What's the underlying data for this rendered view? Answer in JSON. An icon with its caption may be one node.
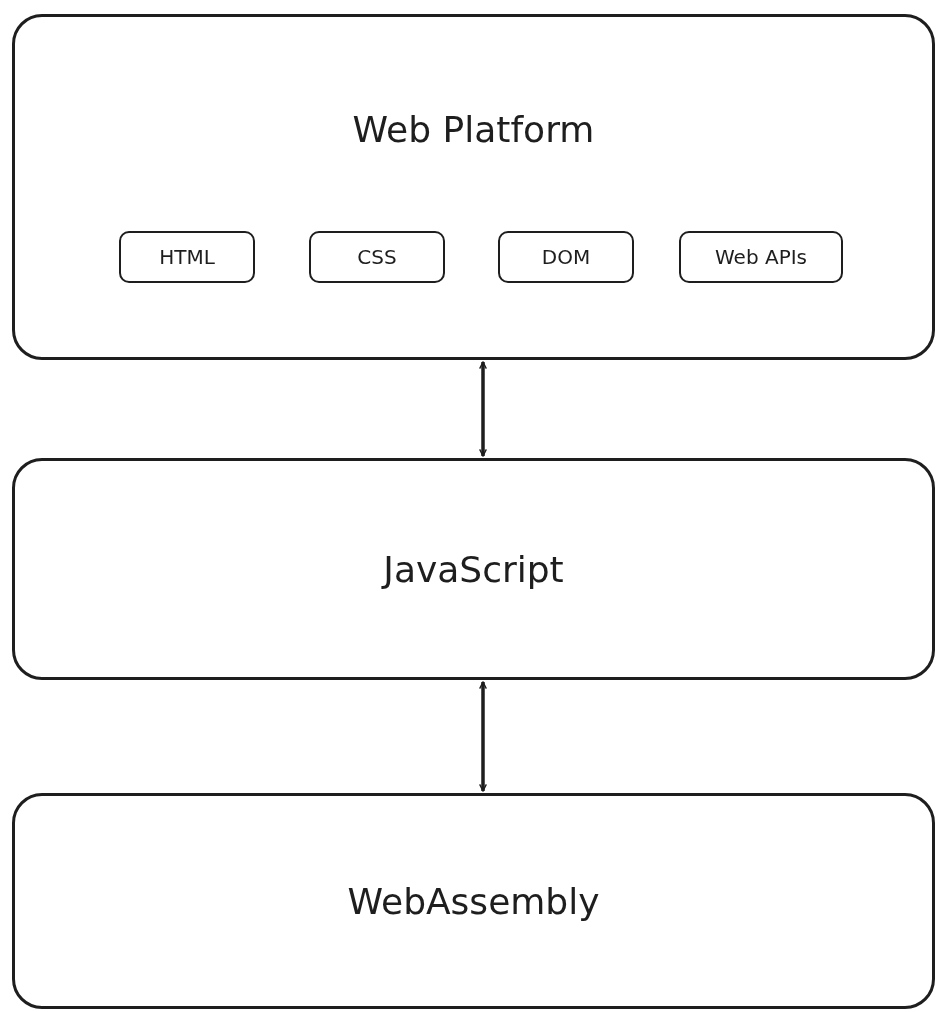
{
  "diagram": {
    "nodes": [
      {
        "text": [
          "Web Platform"
        ]
      },
      {
        "text": [
          "HTML"
        ],
        "in": 0
      },
      {
        "text": [
          "CSS"
        ],
        "in": 0
      },
      {
        "text": [
          "DOM"
        ],
        "in": 0
      },
      {
        "text": [
          "Web APIs"
        ],
        "in": 0
      },
      {
        "text": [
          "JavaScript"
        ]
      },
      {
        "text": [
          "WebAssembly"
        ]
      }
    ],
    "edges": [
      {
        "from": 0,
        "to": 5,
        "arrow": "both"
      },
      {
        "from": 5,
        "to": 6,
        "arrow": "both"
      }
    ]
  }
}
